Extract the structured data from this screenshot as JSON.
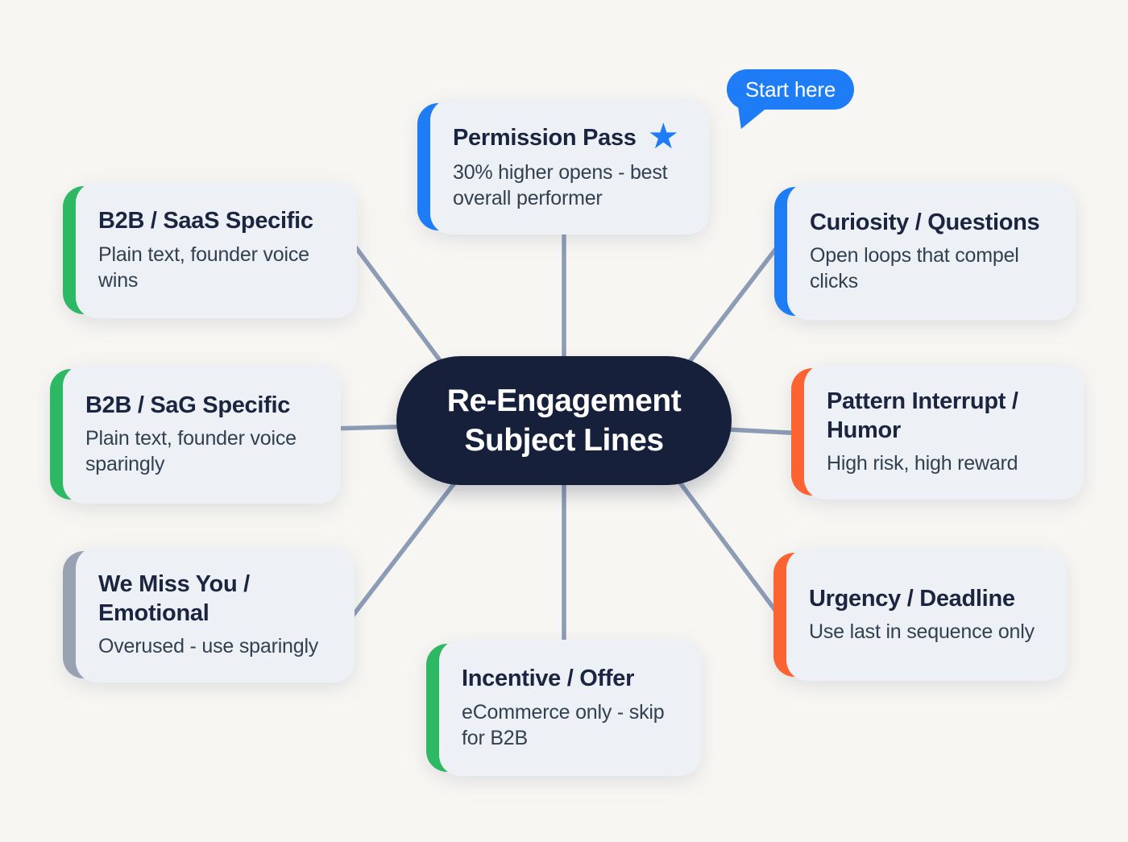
{
  "colors": {
    "page-bg": "#f7f6f3",
    "card-bg": "#edf0f5",
    "title-color": "#1b2540",
    "subtitle-color": "#32404f",
    "line-color": "#8d9cb5",
    "center-bg": "#16203a",
    "blue": "#1e7cf7",
    "green": "#2db863",
    "orange": "#fb6432",
    "gray": "#97a1b2"
  },
  "center": {
    "line1": "Re-Engagement",
    "line2": "Subject Lines"
  },
  "badge": {
    "label": "Start here",
    "color": "#1e7cf7"
  },
  "nodes": [
    {
      "id": "permission-pass",
      "title": "Permission Pass",
      "subtitle": "30% higher opens - best overall performer",
      "accent": "#1e7cf7",
      "star_icon": "★"
    },
    {
      "id": "curiosity-questions",
      "title": "Curiosity / Questions",
      "subtitle": "Open loops that compel clicks",
      "accent": "#1e7cf7"
    },
    {
      "id": "pattern-interrupt-humor",
      "title": "Pattern Interrupt / Humor",
      "subtitle": "High risk, high reward",
      "accent": "#fb6432"
    },
    {
      "id": "urgency-deadline",
      "title": "Urgency / Deadline",
      "subtitle": "Use last in sequence only",
      "accent": "#fb6432"
    },
    {
      "id": "incentive-offer",
      "title": "Incentive / Offer",
      "subtitle": "eCommerce only - skip for B2B",
      "accent": "#2db863"
    },
    {
      "id": "we-miss-you-emotional",
      "title": "We Miss You / Emotional",
      "subtitle": "Overused - use sparingly",
      "accent": "#97a1b2"
    },
    {
      "id": "b2b-sag-specific",
      "title": "B2B / SaG Specific",
      "subtitle": "Plain text, founder voice sparingly",
      "accent": "#2db863"
    },
    {
      "id": "b2b-saas-specific",
      "title": "B2B / SaaS Specific",
      "subtitle": "Plain text, founder voice wins",
      "accent": "#2db863"
    }
  ]
}
